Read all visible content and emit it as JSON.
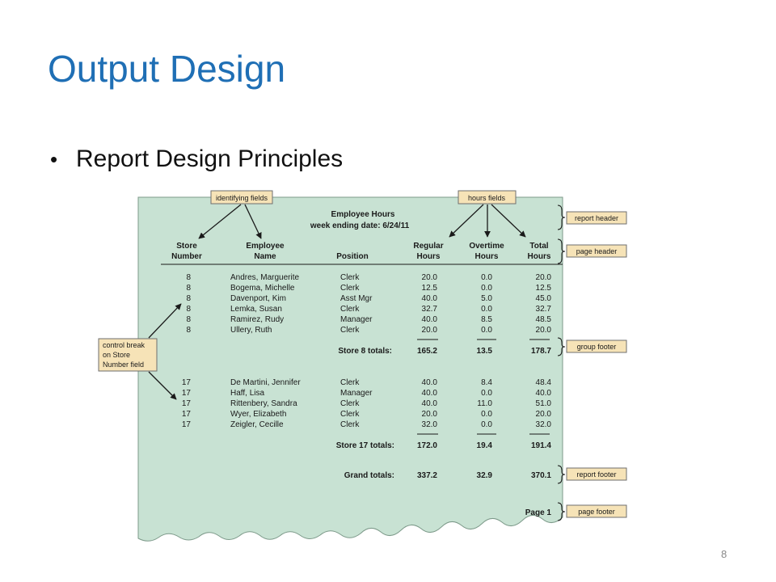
{
  "slide": {
    "title": "Output Design",
    "bullet": "Report Design Principles",
    "page_number": "8"
  },
  "report": {
    "title": "Employee Hours",
    "week_label": "week ending date:  6/24/11",
    "headers": {
      "store_1": "Store",
      "store_2": "Number",
      "emp_1": "Employee",
      "emp_2": "Name",
      "position": "Position",
      "reg_1": "Regular",
      "reg_2": "Hours",
      "ot_1": "Overtime",
      "ot_2": "Hours",
      "tot_1": "Total",
      "tot_2": "Hours"
    },
    "group1": [
      {
        "store": "8",
        "name": "Andres, Marguerite",
        "position": "Clerk",
        "regular": "20.0",
        "overtime": "0.0",
        "total": "20.0"
      },
      {
        "store": "8",
        "name": "Bogema, Michelle",
        "position": "Clerk",
        "regular": "12.5",
        "overtime": "0.0",
        "total": "12.5"
      },
      {
        "store": "8",
        "name": "Davenport, Kim",
        "position": "Asst Mgr",
        "regular": "40.0",
        "overtime": "5.0",
        "total": "45.0"
      },
      {
        "store": "8",
        "name": "Lemka, Susan",
        "position": "Clerk",
        "regular": "32.7",
        "overtime": "0.0",
        "total": "32.7"
      },
      {
        "store": "8",
        "name": "Ramirez, Rudy",
        "position": "Manager",
        "regular": "40.0",
        "overtime": "8.5",
        "total": "48.5"
      },
      {
        "store": "8",
        "name": "Ullery, Ruth",
        "position": "Clerk",
        "regular": "20.0",
        "overtime": "0.0",
        "total": "20.0"
      }
    ],
    "group1_total": {
      "label": "Store 8 totals:",
      "regular": "165.2",
      "overtime": "13.5",
      "total": "178.7"
    },
    "group2": [
      {
        "store": "17",
        "name": "De Martini, Jennifer",
        "position": "Clerk",
        "regular": "40.0",
        "overtime": "8.4",
        "total": "48.4"
      },
      {
        "store": "17",
        "name": "Haff, Lisa",
        "position": "Manager",
        "regular": "40.0",
        "overtime": "0.0",
        "total": "40.0"
      },
      {
        "store": "17",
        "name": "Rittenbery, Sandra",
        "position": "Clerk",
        "regular": "40.0",
        "overtime": "11.0",
        "total": "51.0"
      },
      {
        "store": "17",
        "name": "Wyer, Elizabeth",
        "position": "Clerk",
        "regular": "20.0",
        "overtime": "0.0",
        "total": "20.0"
      },
      {
        "store": "17",
        "name": "Zeigler, Cecille",
        "position": "Clerk",
        "regular": "32.0",
        "overtime": "0.0",
        "total": "32.0"
      }
    ],
    "group2_total": {
      "label": "Store 17 totals:",
      "regular": "172.0",
      "overtime": "19.4",
      "total": "191.4"
    },
    "grand_total": {
      "label": "Grand totals:",
      "regular": "337.2",
      "overtime": "32.9",
      "total": "370.1"
    },
    "page_label": "Page 1"
  },
  "annotations": {
    "identifying_fields": "identifying fields",
    "hours_fields": "hours fields",
    "report_header": "report header",
    "page_header": "page header",
    "group_footer": "group footer",
    "report_footer": "report footer",
    "page_footer": "page footer",
    "control_break": [
      "control break",
      "on Store",
      "Number field"
    ]
  },
  "colors": {
    "title": "#1f6fb5",
    "paper": "#c8e2d3",
    "paper_edge": "#7d9a8a",
    "callout_fill": "#f6e3b7"
  }
}
